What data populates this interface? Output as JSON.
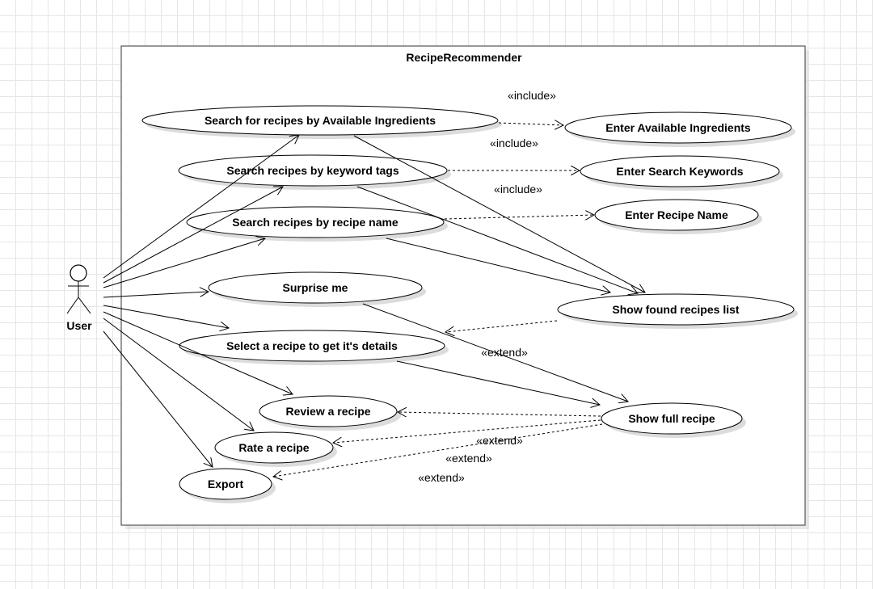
{
  "system": {
    "title": "RecipeRecommender"
  },
  "actor": {
    "name": "User"
  },
  "use_cases": {
    "search_ingredients": "Search for recipes by Available Ingredients",
    "search_keyword": "Search recipes by keyword tags",
    "search_name": "Search recipes by recipe name",
    "surprise": "Surprise me",
    "select_recipe": "Select a recipe to get it's details",
    "review": "Review a recipe",
    "rate": "Rate a recipe",
    "export": "Export",
    "enter_ingredients": "Enter Available Ingredients",
    "enter_keywords": "Enter Search Keywords",
    "enter_name": "Enter Recipe Name",
    "show_list": "Show found recipes list",
    "show_full": "Show full recipe"
  },
  "relations": {
    "include_1": "«include»",
    "include_2": "«include»",
    "include_3": "«include»",
    "extend_1": "«extend»",
    "extend_2": "«extend»",
    "extend_3": "«extend»",
    "extend_4": "«extend»"
  }
}
